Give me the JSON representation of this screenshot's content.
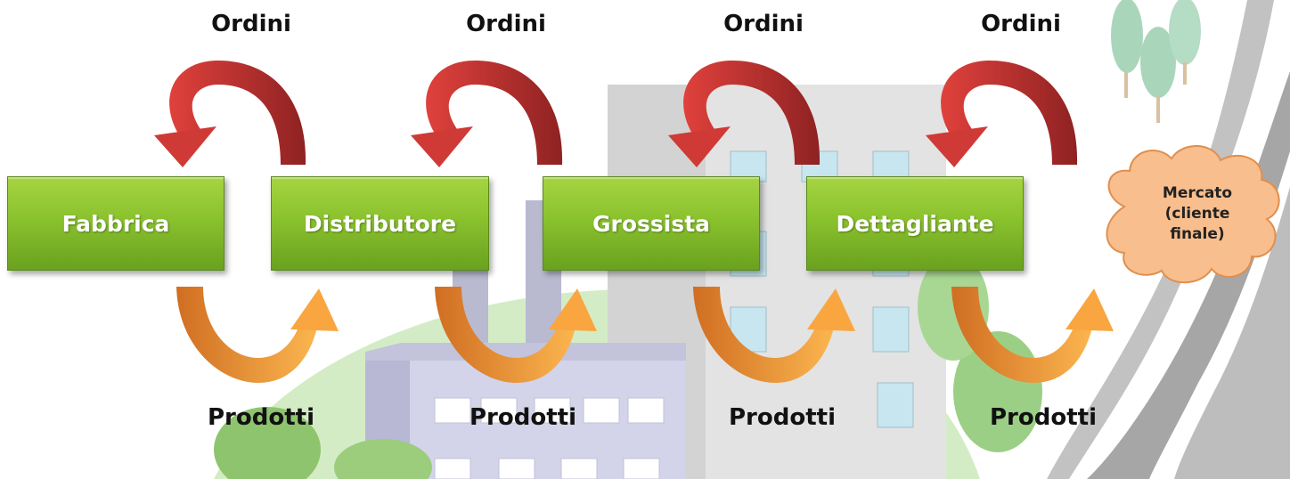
{
  "stages": [
    "Fabbrica",
    "Distributore",
    "Grossista",
    "Dettagliante"
  ],
  "flows": {
    "orders_label": "Ordini",
    "products_label": "Prodotti"
  },
  "market": {
    "lines": [
      "Mercato",
      "(cliente",
      "finale)"
    ]
  },
  "colors": {
    "stage_box": "#8ac22e",
    "orders_arrow": "#c0393a",
    "products_arrow": "#f08f2e",
    "market_cloud": "#f9be8d",
    "road": "#a9a9a9"
  },
  "icons": {
    "orders_arrow": "curved-arrow-left-icon",
    "products_arrow": "curved-arrow-right-icon",
    "market": "cloud-shape"
  }
}
